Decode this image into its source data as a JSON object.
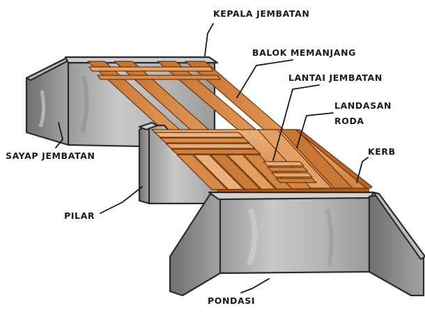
{
  "labels": {
    "kepala_jembatan": "KEPALA JEMBATAN",
    "balok_memanjang": "BALOK MEMANJANG",
    "lantai_jembatan": "LANTAI JEMBATAN",
    "landasan": "LANDASAN",
    "roda": "RODA",
    "kerb": "KERB",
    "sayap_jembatan": "SAYAP JEMBATAN",
    "pilar": "PILAR",
    "pondasi": "PONDASI"
  },
  "colors": {
    "concrete_light": "#c9c9c9",
    "concrete_mid": "#a6a6a6",
    "concrete_dark": "#7c7c7c",
    "wood_light": "#e9a565",
    "wood_mid": "#d98a45",
    "wood_dark": "#b4652a",
    "outline": "#2b2b2b"
  }
}
